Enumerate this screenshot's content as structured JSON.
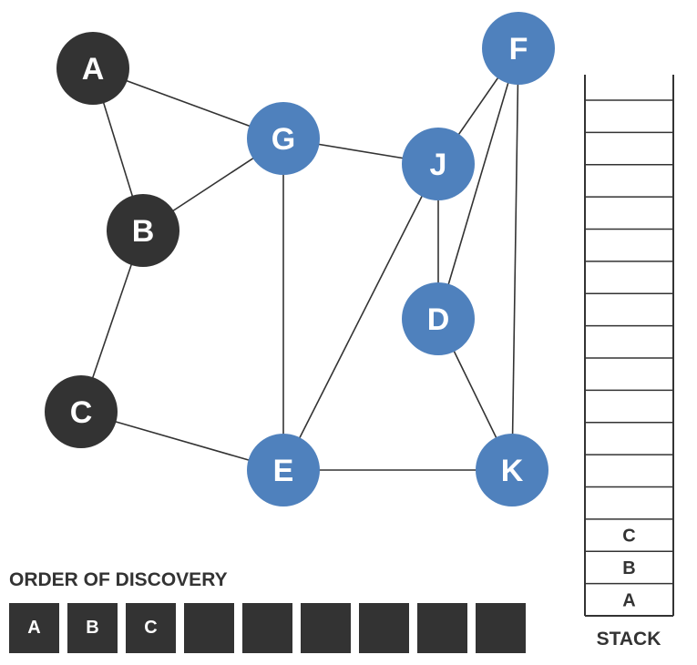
{
  "colors": {
    "visited": "#333333",
    "unvisited": "#4f81bd",
    "edge": "#333333",
    "text": "#333333"
  },
  "nodes": [
    {
      "id": "A",
      "label": "A",
      "state": "visited"
    },
    {
      "id": "B",
      "label": "B",
      "state": "visited"
    },
    {
      "id": "C",
      "label": "C",
      "state": "visited"
    },
    {
      "id": "G",
      "label": "G",
      "state": "unvisited"
    },
    {
      "id": "J",
      "label": "J",
      "state": "unvisited"
    },
    {
      "id": "F",
      "label": "F",
      "state": "unvisited"
    },
    {
      "id": "D",
      "label": "D",
      "state": "unvisited"
    },
    {
      "id": "E",
      "label": "E",
      "state": "unvisited"
    },
    {
      "id": "K",
      "label": "K",
      "state": "unvisited"
    }
  ],
  "edges": [
    [
      "A",
      "B"
    ],
    [
      "A",
      "G"
    ],
    [
      "B",
      "G"
    ],
    [
      "B",
      "C"
    ],
    [
      "C",
      "E"
    ],
    [
      "G",
      "J"
    ],
    [
      "G",
      "E"
    ],
    [
      "J",
      "E"
    ],
    [
      "J",
      "F"
    ],
    [
      "J",
      "D"
    ],
    [
      "F",
      "D"
    ],
    [
      "F",
      "K"
    ],
    [
      "D",
      "K"
    ],
    [
      "E",
      "K"
    ]
  ],
  "stack": {
    "caption": "STACK",
    "items_bottom_to_top": [
      "A",
      "B",
      "C"
    ],
    "capacity": 16
  },
  "order": {
    "title": "ORDER OF DISCOVERY",
    "slots": [
      "A",
      "B",
      "C",
      "",
      "",
      "",
      "",
      "",
      ""
    ]
  }
}
